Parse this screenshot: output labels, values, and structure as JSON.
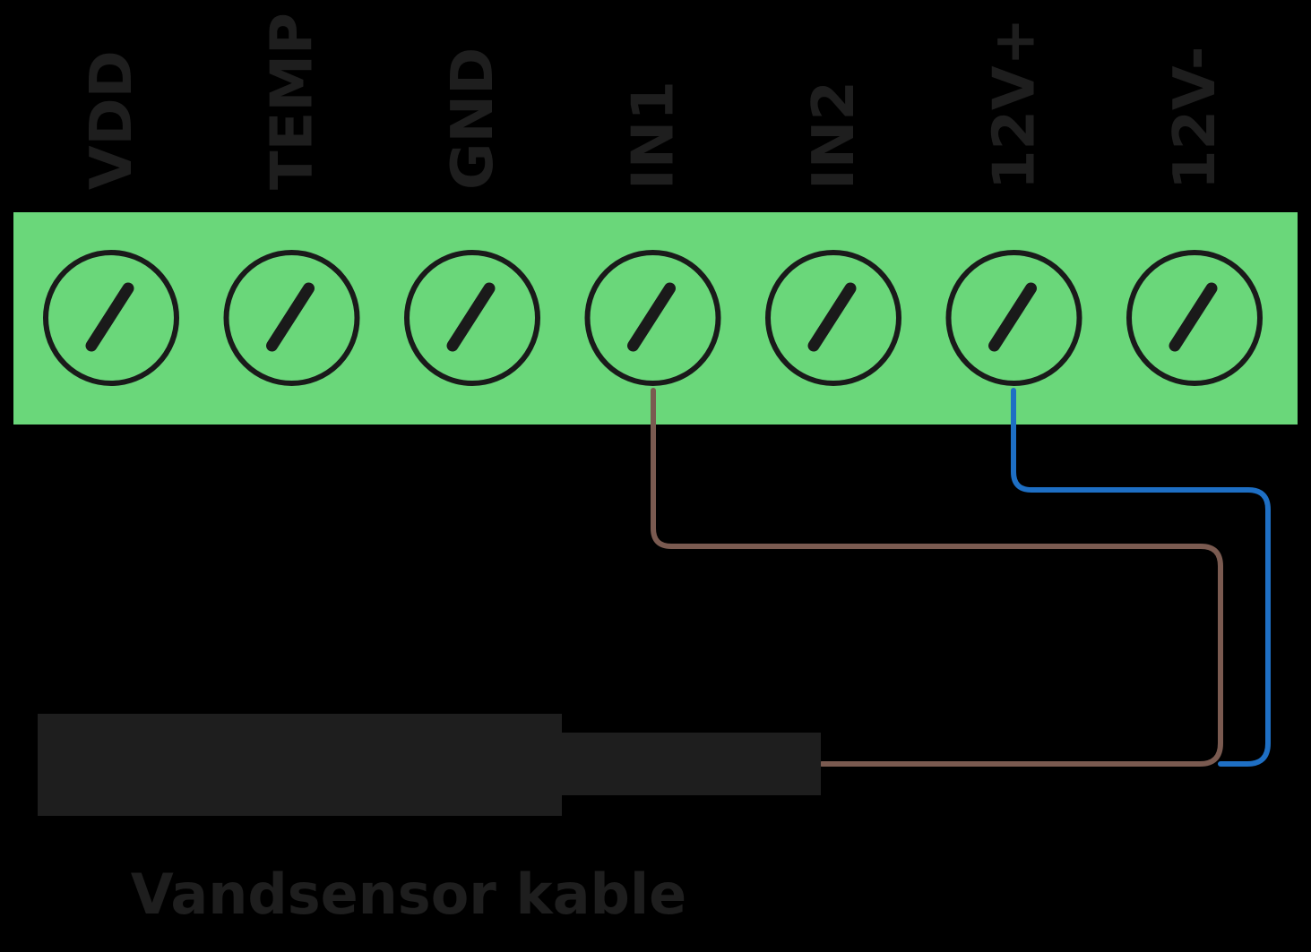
{
  "terminal_block": {
    "color": "#6ad77a",
    "terminals": [
      {
        "label": "VDD"
      },
      {
        "label": "TEMP"
      },
      {
        "label": "GND"
      },
      {
        "label": "IN1"
      },
      {
        "label": "IN2"
      },
      {
        "label": "12V+"
      },
      {
        "label": "12V-"
      }
    ]
  },
  "wires": [
    {
      "name": "brown-wire",
      "color": "#7a5a50",
      "terminal": "IN1"
    },
    {
      "name": "blue-wire",
      "color": "#1e6fc4",
      "terminal": "12V+"
    }
  ],
  "cable": {
    "color": "#1e1e1e",
    "caption": "Vandsensor kable"
  },
  "colors": {
    "background": "#000000",
    "outline": "#1a1a1a",
    "text": "#1e1e1e"
  }
}
